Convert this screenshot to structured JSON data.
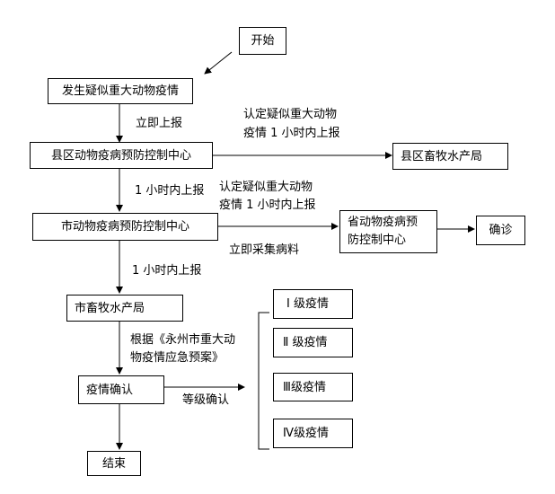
{
  "nodes": {
    "start": "开始",
    "suspected": "发生疑似重大动物疫情",
    "county_center": "县区动物疫病预防控制中心",
    "county_bureau": "县区畜牧水产局",
    "city_center": "市动物疫病预防控制中心",
    "province_center": "省动物疫病预防控制中心",
    "diagnose": "确诊",
    "city_bureau": "市畜牧水产局",
    "confirm": "疫情确认",
    "end": "结束",
    "level1": "Ⅰ 级疫情",
    "level2": "Ⅱ 级疫情",
    "level3": "Ⅲ级疫情",
    "level4": "Ⅳ级疫情"
  },
  "labels": {
    "report_now": "立即上报",
    "report_1h_a": "1 小时内上报",
    "report_1h_b": "1 小时内上报",
    "county_note_1": "认定疑似重大动物",
    "county_note_2": "疫情 1 小时内上报",
    "city_note_1": "认定疑似重大动物",
    "city_note_2": "疫情 1 小时内上报",
    "sample": "立即采集病料",
    "basis_1": "根据《永州市重大动",
    "basis_2": "物疫情应急预案》",
    "grade_confirm": "等级确认"
  }
}
